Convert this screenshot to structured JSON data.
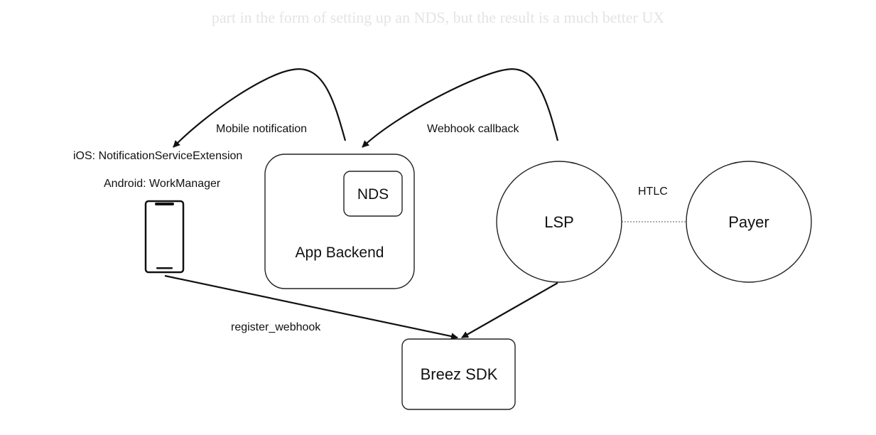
{
  "intro_text": "part in the form of setting up an NDS, but the result is a much better UX",
  "labels": {
    "ios": "iOS: NotificationServiceExtension",
    "android": "Android: WorkManager",
    "mobile_notification": "Mobile notification",
    "webhook_callback": "Webhook callback",
    "register_webhook": "register_webhook",
    "htlc": "HTLC"
  },
  "nodes": {
    "nds": "NDS",
    "app_backend": "App Backend",
    "lsp": "LSP",
    "payer": "Payer",
    "breez_sdk": "Breez SDK"
  },
  "icons": {
    "phone": "smartphone-icon"
  }
}
